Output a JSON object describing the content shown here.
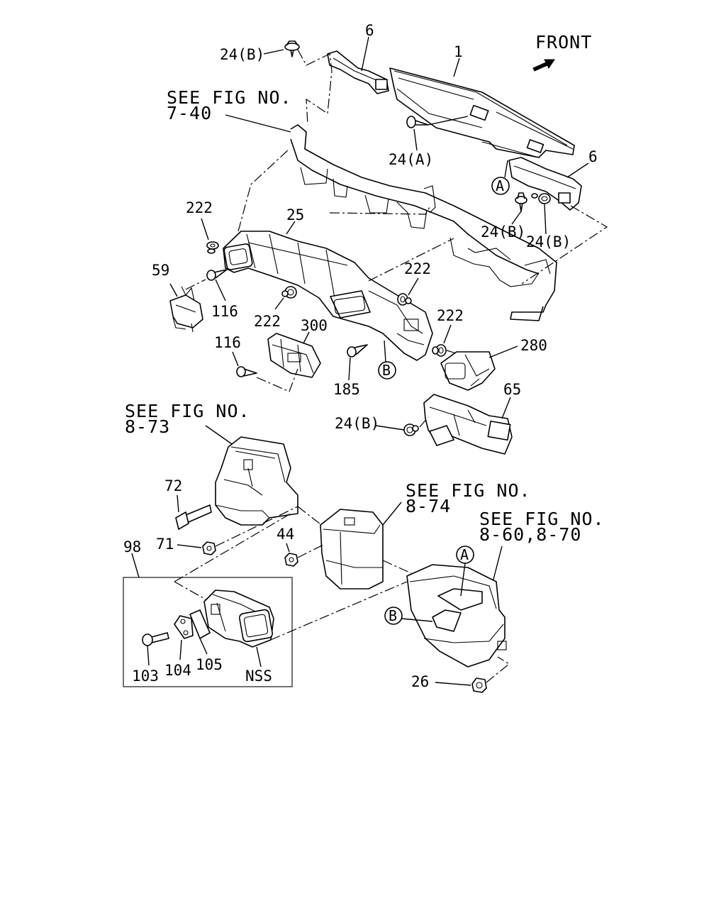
{
  "front_label": "FRONT",
  "references": [
    {
      "line1": "SEE FIG NO.",
      "line2": "7-40"
    },
    {
      "line1": "SEE FIG NO.",
      "line2": "8-73"
    },
    {
      "line1": "SEE FIG NO.",
      "line2": "8-74"
    },
    {
      "line1": "SEE FIG NO.",
      "line2": "8-60,8-70"
    }
  ],
  "callouts": [
    "A",
    "B"
  ],
  "part_labels": {
    "p1": "1",
    "p6a": "6",
    "p6b": "6",
    "p24b_top": "24(B)",
    "p24a": "24(A)",
    "p24b_r1": "24(B)",
    "p24b_r2": "24(B)",
    "p24b_low": "24(B)",
    "p25": "25",
    "p222a": "222",
    "p222b": "222",
    "p222c": "222",
    "p222d": "222",
    "p59": "59",
    "p116a": "116",
    "p116b": "116",
    "p300": "300",
    "p185": "185",
    "p280": "280",
    "p65": "65",
    "p72": "72",
    "p71": "71",
    "p44": "44",
    "p98": "98",
    "p103": "103",
    "p104": "104",
    "p105": "105",
    "pnss": "NSS",
    "p26": "26"
  }
}
